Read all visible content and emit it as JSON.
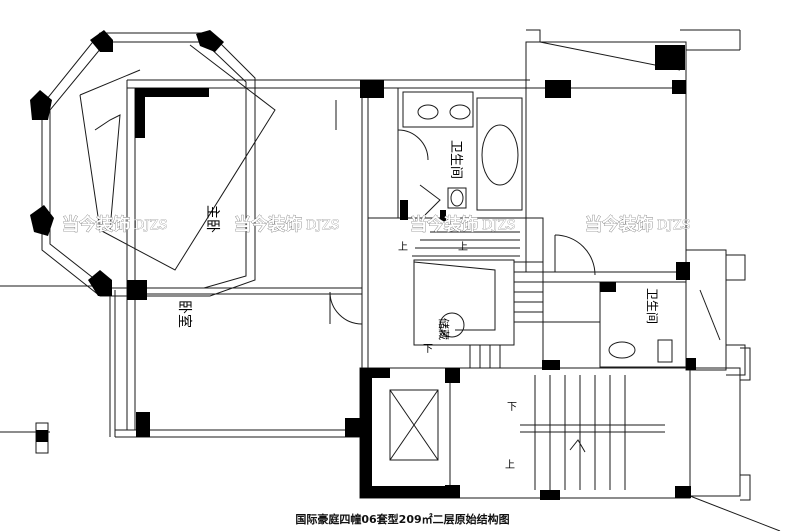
{
  "caption": "国际豪庭四幢06套型209㎡二层原始结构图",
  "rooms": {
    "master_bedroom": "主卧",
    "bedroom": "卧室",
    "bath_main": "卫生间",
    "bath_2": "卫生间",
    "storage_room": "储藏",
    "stair_up_1": "上",
    "stair_down_1": "下",
    "stair_up_2": "上",
    "stair_down_2": "下",
    "arrow_up": "上"
  },
  "watermark": {
    "text": "当今装饰",
    "sub": "DJZS"
  },
  "colors": {
    "wall": "#000000",
    "line": "#1a1a1a",
    "background": "#ffffff"
  }
}
